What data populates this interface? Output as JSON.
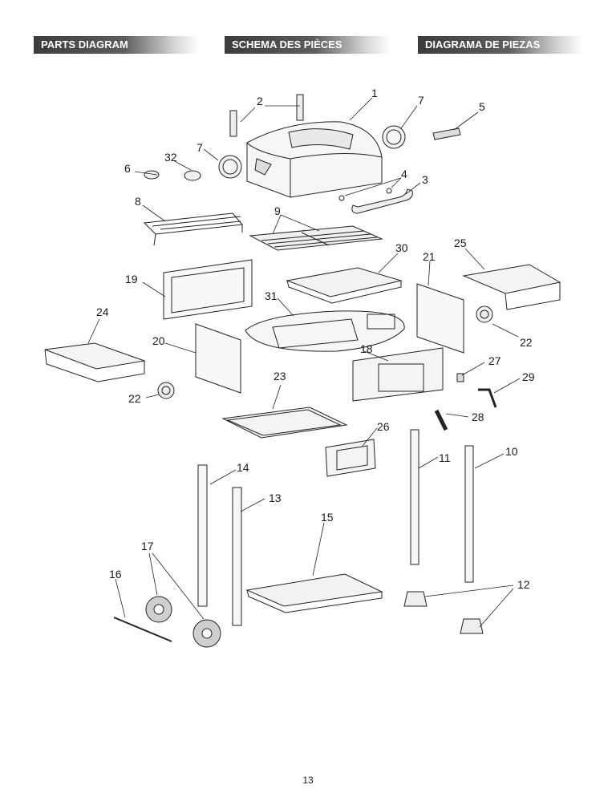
{
  "headers": {
    "english": "PARTS DIAGRAM",
    "french": "SCHEMA DES PIÈCES",
    "spanish": "DIAGRAMA DE PIEZAS"
  },
  "callouts": {
    "c1": "1",
    "c2": "2",
    "c3": "3",
    "c4": "4",
    "c5": "5",
    "c6": "6",
    "c7a": "7",
    "c7b": "7",
    "c8": "8",
    "c9": "9",
    "c10": "10",
    "c11": "11",
    "c12": "12",
    "c13": "13",
    "c14": "14",
    "c15": "15",
    "c16": "16",
    "c17": "17",
    "c18": "18",
    "c19": "19",
    "c20": "20",
    "c21": "21",
    "c22a": "22",
    "c22b": "22",
    "c23": "23",
    "c24": "24",
    "c25": "25",
    "c26": "26",
    "c27": "27",
    "c28": "28",
    "c29": "29",
    "c30": "30",
    "c31": "31",
    "c32": "32"
  },
  "page_number": "13"
}
